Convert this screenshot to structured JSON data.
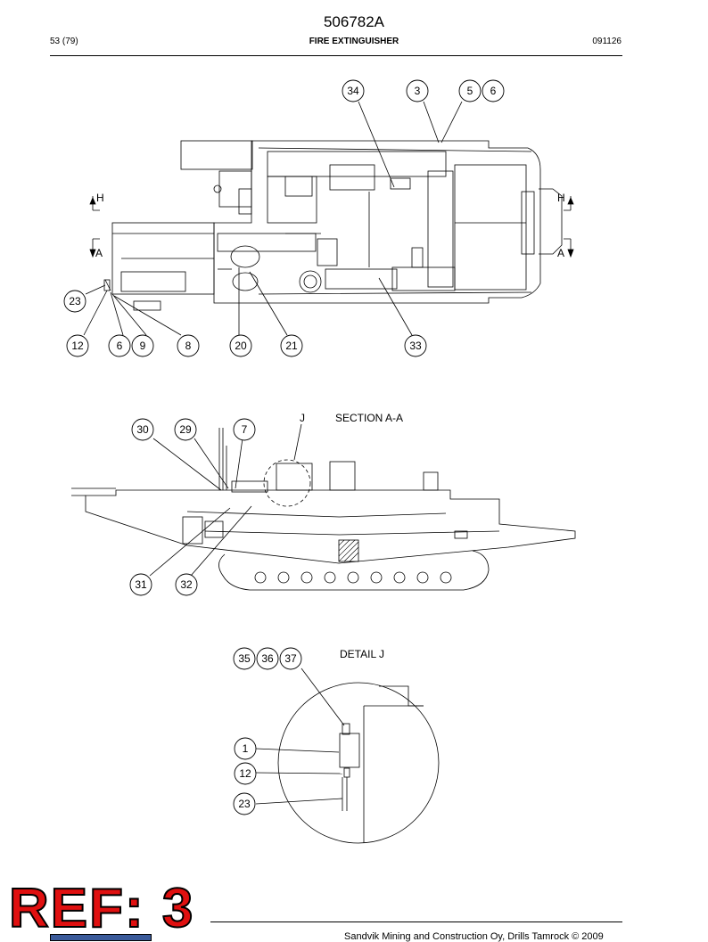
{
  "header": {
    "doc_number": "506782A",
    "page": "53 (79)",
    "title": "FIRE EXTINGUISHER",
    "date_code": "091126"
  },
  "labels": {
    "section_marker": "J",
    "section": "SECTION  A-A",
    "detail": "DETAIL  J",
    "view_h": "H",
    "view_a": "A"
  },
  "callouts": {
    "top_view": [
      "34",
      "3",
      "5",
      "6",
      "23",
      "12",
      "6",
      "9",
      "8",
      "20",
      "21",
      "33"
    ],
    "section_view": [
      "30",
      "29",
      "7",
      "31",
      "32"
    ],
    "detail_view": [
      "35",
      "36",
      "37",
      "1",
      "12",
      "23"
    ]
  },
  "footer": {
    "stamp": "REF: 3",
    "copyright": "Sandvik Mining and Construction Oy, Drills Tamrock © 2009"
  },
  "colors": {
    "stamp": "#e01010",
    "line": "#000000"
  }
}
